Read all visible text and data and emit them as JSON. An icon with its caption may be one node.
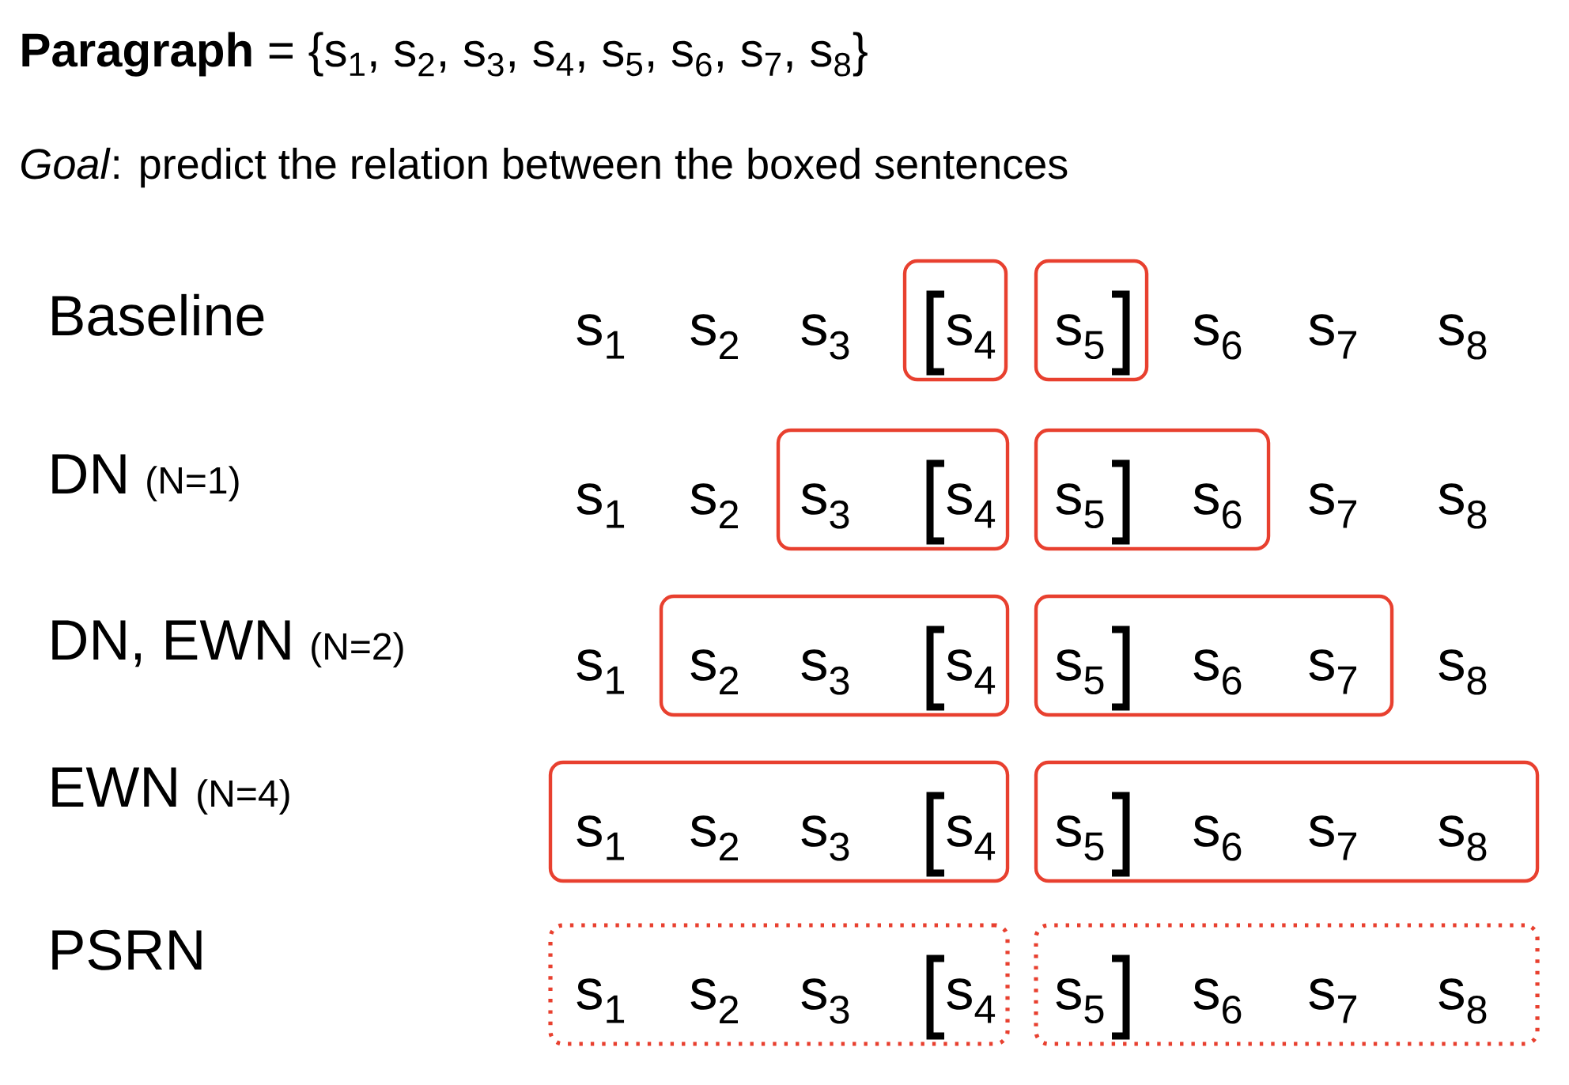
{
  "diagram": {
    "title": "**Paragraph** = {s$_{1}$, s$_{2}$, s$_{3}$, s$_{4}$, s$_{5}$, s$_{6}$, s$_{7}$, s$_{8}$}",
    "nodes": [
      {
        "text": [
          "s$_{4}$"
        ]
      },
      {
        "text": [
          "s$_{5}$"
        ]
      },
      {
        "text": [
          "s$_{3}$",
          "s$_{4}$"
        ]
      },
      {
        "text": [
          "s$_{5}$",
          "s$_{6}$"
        ]
      },
      {
        "text": [
          "s$_{2}$",
          "s$_{3}$",
          "s$_{4}$"
        ]
      },
      {
        "text": [
          "s$_{5}$",
          "s$_{6}$",
          "s$_{7}$"
        ]
      },
      {
        "text": [
          "s$_{1}$",
          "s$_{2}$",
          "s$_{3}$",
          "s$_{4}$"
        ]
      },
      {
        "text": [
          "s$_{5}$",
          "s$_{6}$",
          "s$_{7}$",
          "s$_{8}$"
        ]
      },
      {
        "text": [
          "s$_{1}$",
          "s$_{2}$",
          "s$_{3}$",
          "s$_{4}$"
        ]
      },
      {
        "text": [
          "s$_{5}$",
          "s$_{6}$",
          "s$_{7}$",
          "s$_{8}$"
        ]
      }
    ],
    "labels": [
      "*Goal*: predict the relation between the boxed sentences",
      "Baseline",
      "s$_{1}$",
      "s$_{2}$",
      "s$_{3}$",
      "s$_{6}$",
      "s$_{7}$",
      "s$_{8}$",
      "DN",
      "(N=1)",
      "s$_{1}$",
      "s$_{2}$",
      "s$_{7}$",
      "s$_{8}$",
      "DN, EWN",
      "(N=2)",
      "s$_{1}$",
      "s$_{8}$",
      "EWN",
      "(N=4)",
      "PSRN"
    ]
  }
}
